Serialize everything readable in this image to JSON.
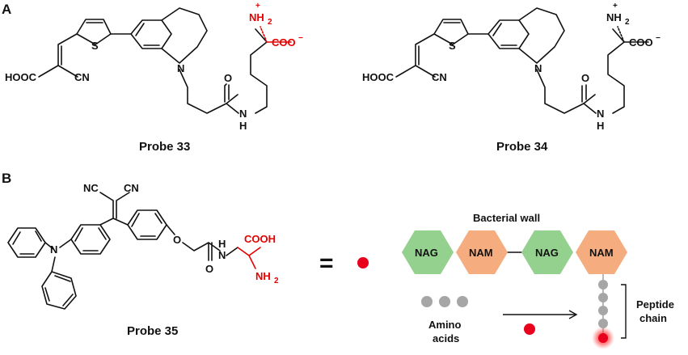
{
  "panels": {
    "a": {
      "letter": "A"
    },
    "b": {
      "letter": "B"
    }
  },
  "probe33": {
    "label": "Probe 33",
    "atoms": {
      "s": "S",
      "n": "N",
      "hooc": "HOOC",
      "cn": "CN",
      "o": "O",
      "nh": "N",
      "h": "H",
      "nh2": "NH",
      "nh2_sub": "2",
      "plus": "+",
      "coo": "COO",
      "minus": "−"
    }
  },
  "probe34": {
    "label": "Probe 34",
    "atoms": {
      "s": "S",
      "n": "N",
      "hooc": "HOOC",
      "cn": "CN",
      "o": "O",
      "nh": "N",
      "h": "H",
      "nh2": "NH",
      "nh2_sub": "2",
      "plus": "+",
      "coo": "COO",
      "minus": "−"
    }
  },
  "probe35": {
    "label": "Probe 35",
    "atoms": {
      "nc": "NC",
      "cn": "CN",
      "n": "N",
      "o": "O",
      "o2": "O",
      "nh": "N",
      "h": "H",
      "cooh": "COOH",
      "nh2": "NH",
      "nh2_sub": "2"
    }
  },
  "equals": "=",
  "diagram": {
    "title": "Bacterial wall",
    "hexagons": [
      {
        "label": "NAG",
        "color": "#95d18e"
      },
      {
        "label": "NAM",
        "color": "#f5ad7f"
      },
      {
        "label": "NAG",
        "color": "#95d18e"
      },
      {
        "label": "NAM",
        "color": "#f5ad7f"
      }
    ],
    "amino_label_1": "Amino",
    "amino_label_2": "acids",
    "peptide_label_1": "Peptide",
    "peptide_label_2": "chain",
    "colors": {
      "probe_dot": "#e8001c",
      "amino_dot": "#a6a6a6",
      "highlight": "#e60000"
    }
  }
}
